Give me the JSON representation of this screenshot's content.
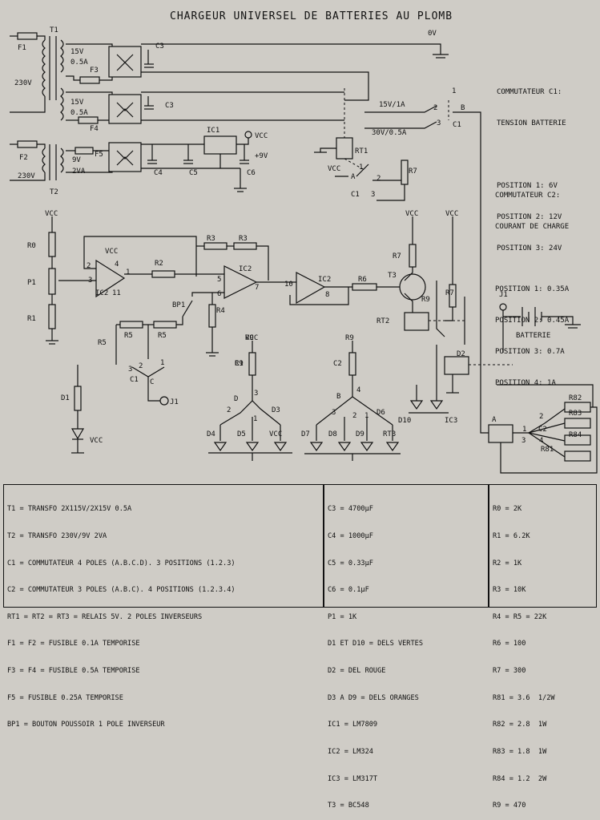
{
  "title": "CHARGEUR UNIVERSEL DE BATTERIES AU PLOMB",
  "notes": {
    "c1_heading": [
      "COMMUTATEUR C1:",
      "TENSION BATTERIE"
    ],
    "c1_positions": [
      "POSITION 1: 6V",
      "POSITION 2: 12V",
      "POSITION 3: 24V"
    ],
    "c2_heading": [
      "COMMUTATEUR C2:",
      "COURANT DE CHARGE"
    ],
    "c2_positions": [
      "POSITION 1: 0.35A",
      "POSITION 2: 0.45A",
      "POSITION 3: 0.7A",
      "POSITION 4: 1A"
    ]
  },
  "labels": [
    "T1",
    "F1",
    "230V",
    "15V",
    "0.5A",
    "F3",
    "15V",
    "0.5A",
    "F4",
    "F2",
    "230V",
    "9V",
    "2VA",
    "F5",
    "T2",
    "C3",
    "C3",
    "C4",
    "C5",
    "C6",
    "IC1",
    "VCC",
    "+9V",
    "0V",
    "15V/1A",
    "30V/0.5A",
    "1",
    "2",
    "B",
    "3",
    "C1",
    "RT1",
    "R7",
    "VCC",
    "A",
    "1",
    "2",
    "C1",
    "3",
    "VCC",
    "R0",
    "P1",
    "R1",
    "VCC",
    "2",
    "4",
    "3",
    "1",
    "IC2",
    "11",
    "R2",
    "R3",
    "R3",
    "IC2",
    "5",
    "6",
    "7",
    "BP1",
    "R4",
    "10",
    "IC2",
    "8",
    "R6",
    "T3",
    "VCC",
    "VCC",
    "R7",
    "R7",
    "R9",
    "RT2",
    "J1",
    "BATTERIE",
    "R5",
    "R5",
    "R5",
    "2",
    "3",
    "1",
    "C1",
    "C",
    "J1",
    "VCC",
    "R9",
    "D1",
    "VCC",
    "R9",
    "C1",
    "D",
    "3",
    "2",
    "1",
    "D3",
    "D4",
    "D5",
    "VCC",
    "R9",
    "C2",
    "B",
    "4",
    "3",
    "2",
    "1",
    "D6",
    "D7",
    "D8",
    "D9",
    "RT3",
    "D2",
    "D10",
    "IC3",
    "A",
    "1",
    "2",
    "C2",
    "3",
    "4",
    "R81",
    "R82",
    "R83",
    "R84"
  ],
  "legend": {
    "col1": [
      "T1 = TRANSFO 2X115V/2X15V 0.5A",
      "T2 = TRANSFO 230V/9V 2VA",
      "C1 = COMMUTATEUR 4 POLES (A.B.C.D). 3 POSITIONS (1.2.3)",
      "C2 = COMMUTATEUR 3 POLES (A.B.C). 4 POSITIONS (1.2.3.4)",
      "RT1 = RT2 = RT3 = RELAIS 5V. 2 POLES INVERSEURS",
      "F1 = F2 = FUSIBLE 0.1A TEMPORISE",
      "F3 = F4 = FUSIBLE 0.5A TEMPORISE",
      "F5 = FUSIBLE 0.25A TEMPORISE",
      "BP1 = BOUTON POUSSOIR 1 POLE INVERSEUR"
    ],
    "col2": [
      "C3 = 4700µF",
      "C4 = 1000µF",
      "C5 = 0.33µF",
      "C6 = 0.1µF",
      "P1 = 1K",
      "D1 ET D10 = DELS VERTES",
      "D2 = DEL ROUGE",
      "D3 A D9 = DELS ORANGES",
      "IC1 = LM7809",
      "IC2 = LM324",
      "IC3 = LM317T",
      "T3 = BC548"
    ],
    "col3": [
      "R0 = 2K",
      "R1 = 6.2K",
      "R2 = 1K",
      "R3 = 10K",
      "R4 = R5 = 22K",
      "R6 = 100",
      "R7 = 300",
      "R81 = 3.6  1/2W",
      "R82 = 2.8  1W",
      "R83 = 1.8  1W",
      "R84 = 1.2  2W",
      "R9 = 470"
    ]
  }
}
